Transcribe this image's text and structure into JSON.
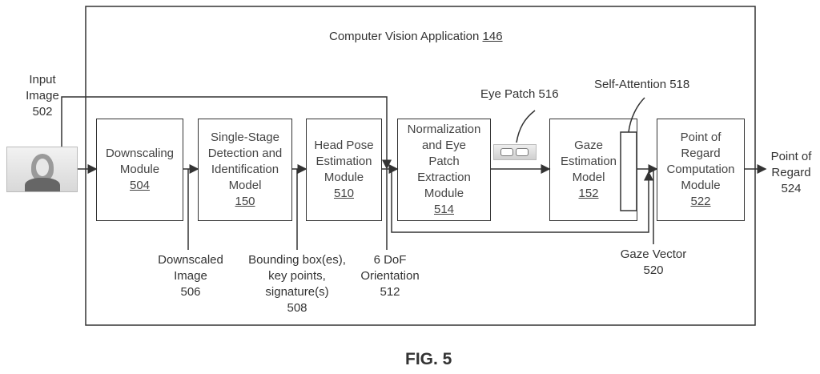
{
  "container": {
    "title": "Computer Vision Application",
    "ref": "146"
  },
  "input": {
    "label": "Input Image",
    "ref": "502"
  },
  "modules": {
    "downscaling": {
      "lines": [
        "Downscaling",
        "Module"
      ],
      "ref": "504"
    },
    "detection": {
      "lines": [
        "Single-Stage",
        "Detection and",
        "Identification",
        "Model"
      ],
      "ref": "150"
    },
    "headpose": {
      "lines": [
        "Head Pose",
        "Estimation",
        "Module"
      ],
      "ref": "510"
    },
    "normalization": {
      "lines": [
        "Normalization",
        "and Eye",
        "Patch",
        "Extraction",
        "Module"
      ],
      "ref": "514"
    },
    "gaze": {
      "lines": [
        "Gaze",
        "Estimation",
        "Model"
      ],
      "ref": "152"
    },
    "por": {
      "lines": [
        "Point of",
        "Regard",
        "Computation",
        "Module"
      ],
      "ref": "522"
    }
  },
  "labels": {
    "downscaled_image": {
      "lines": [
        "Downscaled",
        "Image",
        "506"
      ]
    },
    "bounding_boxes": {
      "lines": [
        "Bounding box(es),",
        "key points,",
        "signature(s)",
        "508"
      ]
    },
    "dof": {
      "lines": [
        "6 DoF",
        "Orientation",
        "512"
      ]
    },
    "eye_patch": "Eye Patch 516",
    "self_attention": "Self-Attention 518",
    "gaze_vector": {
      "lines": [
        "Gaze Vector",
        "520"
      ]
    },
    "point_of_regard": {
      "lines": [
        "Point of",
        "Regard",
        "524"
      ]
    }
  },
  "figure_caption": "FIG. 5"
}
